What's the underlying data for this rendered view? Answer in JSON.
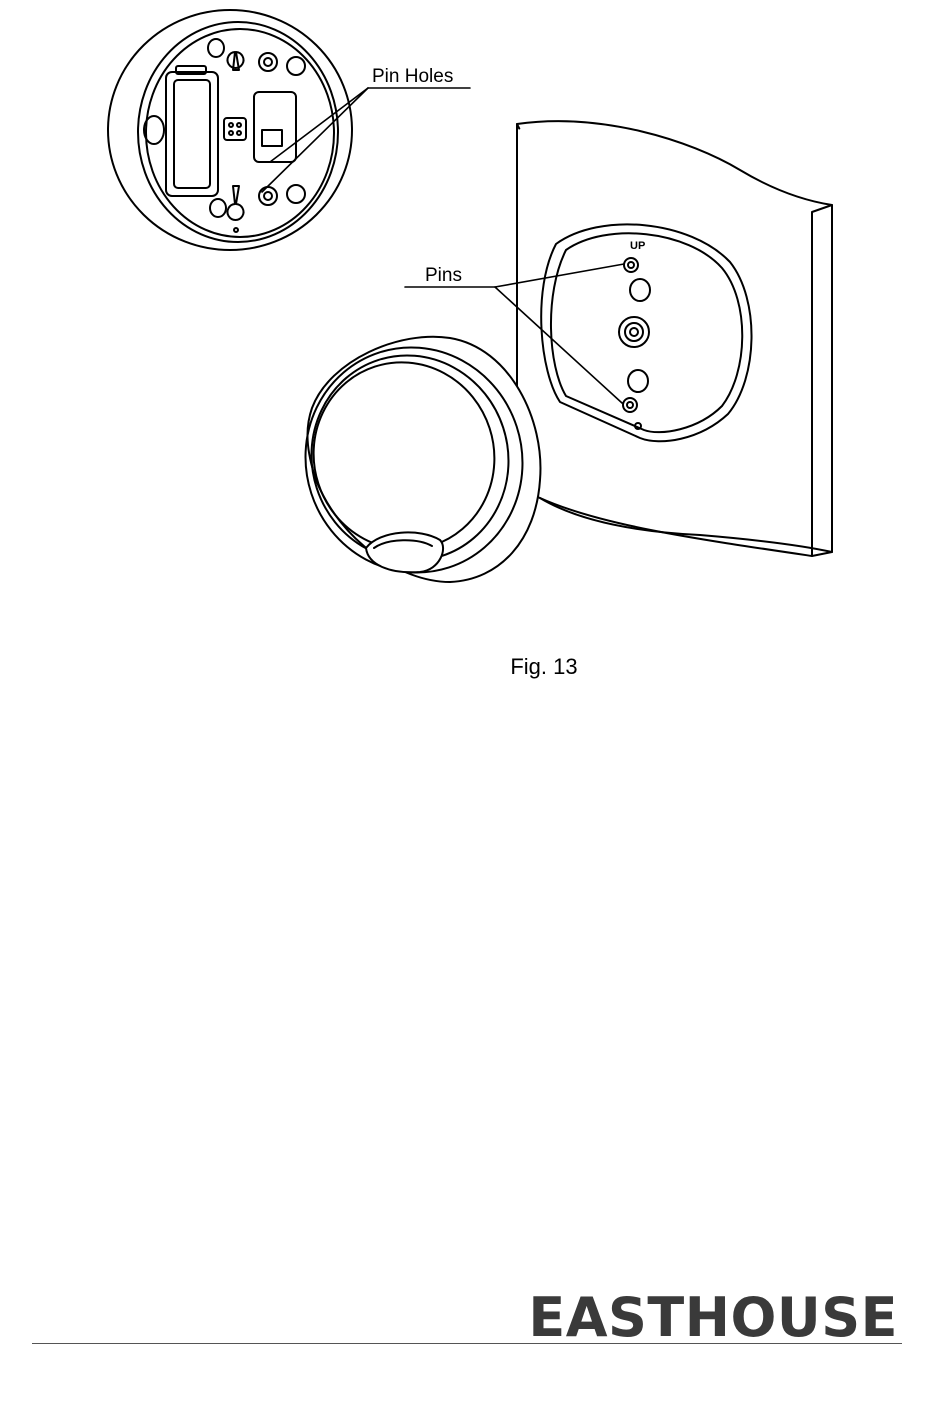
{
  "figure": {
    "labels": {
      "pin_holes": "Pin Holes",
      "pins": "Pins",
      "up_marking": "UP"
    },
    "caption": "Fig. 13"
  },
  "footer": {
    "brand": "EASTHOUSE"
  },
  "colors": {
    "ink": "#000000",
    "brand_gray": "#3a3a3a",
    "rule_gray": "#555555"
  }
}
